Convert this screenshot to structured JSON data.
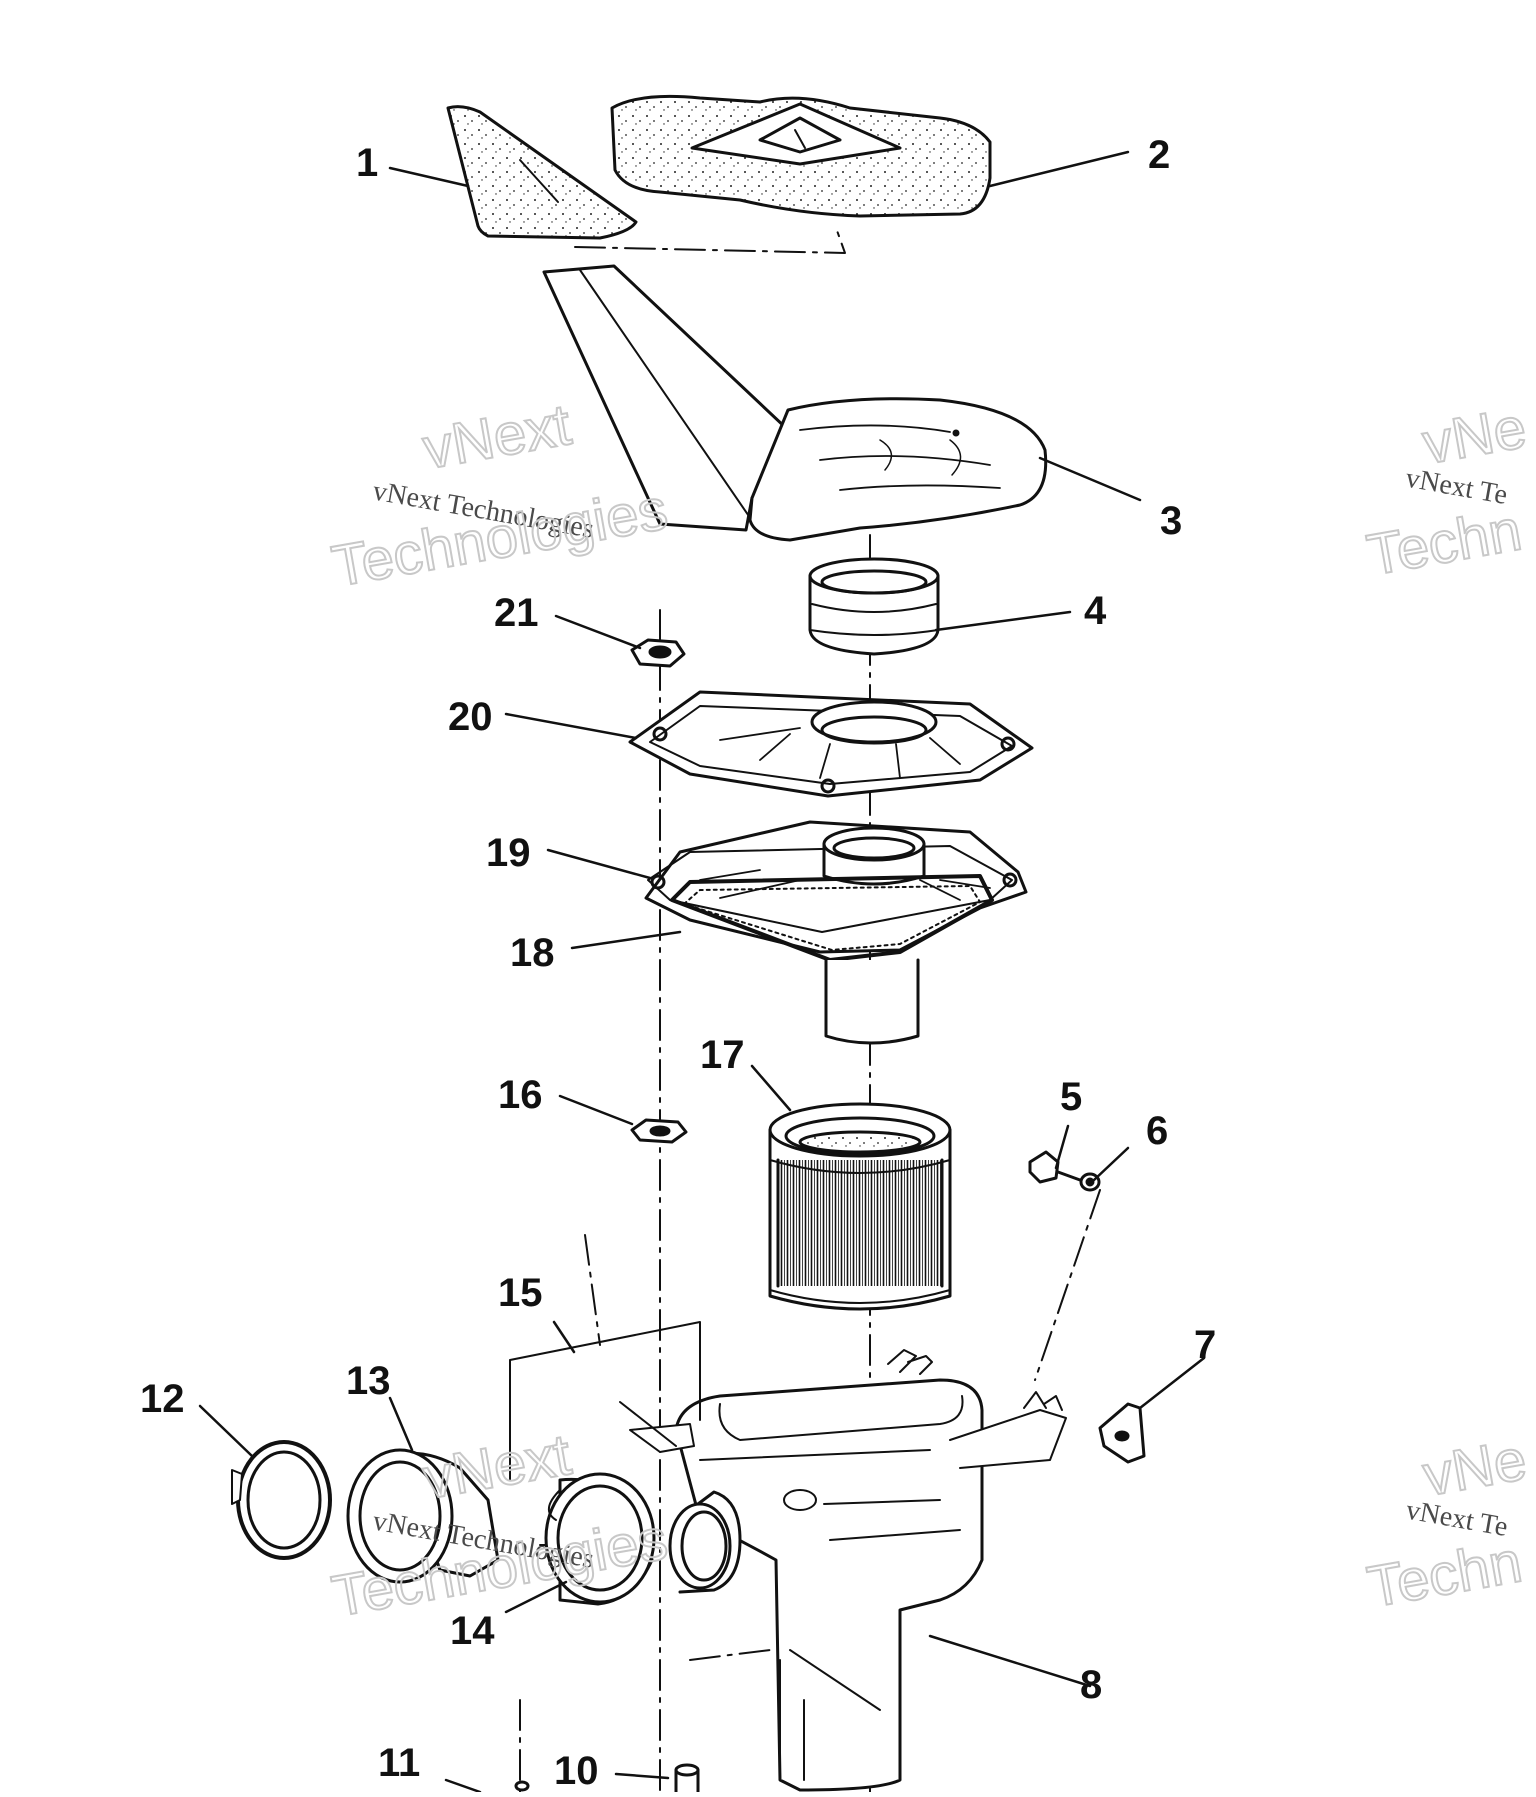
{
  "callouts": [
    "1",
    "2",
    "3",
    "4",
    "5",
    "6",
    "7",
    "8",
    "10",
    "11",
    "12",
    "13",
    "14",
    "15",
    "16",
    "17",
    "18",
    "19",
    "20",
    "21"
  ],
  "watermark": {
    "brand": "vNext",
    "line2": "Technologies",
    "small": "vNext Technologies",
    "partial_brand": "vNe",
    "partial_small": "vNext Te",
    "partial_line2": "Techn"
  },
  "colors": {
    "ink": "#111111",
    "paper": "#ffffff",
    "watermark_outline": "#c8c8c8",
    "watermark_text": "#4a4a4a"
  }
}
